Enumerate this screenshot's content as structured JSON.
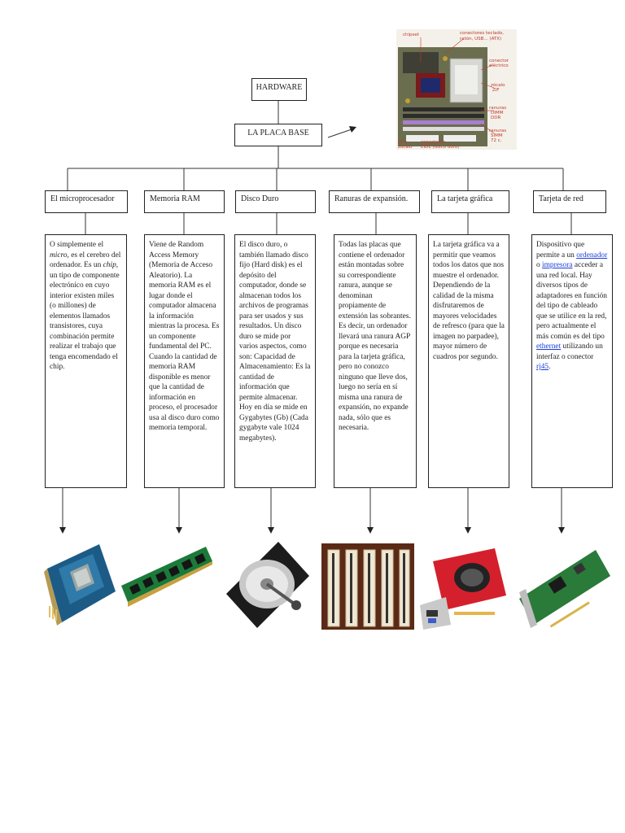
{
  "root": {
    "title": "HARDWARE"
  },
  "board": {
    "title": "LA PLACA BASE"
  },
  "motherboard_labels": [
    "chipset",
    "conectores teclado, ratón, USB... (ATX)",
    "conector eléctrico",
    "zócalo ZIF",
    "ranuras DIMM DDR",
    "ranuras SIMM 72 c.",
    "conectores EIDE (disco duro)",
    "otro zócalo"
  ],
  "components": [
    {
      "title": "El microprocesador",
      "desc": [
        "O simplemente el ",
        {
          "i": "micro"
        },
        ", es el cerebro del ordenador. Es un ",
        {
          "i": "chip"
        },
        ", un tipo de componente electrónico en cuyo interior existen miles (o millones) de elementos llamados transistores, cuya combinación permite realizar el trabajo que tenga encomendado el chip."
      ],
      "image": "cpu-chip"
    },
    {
      "title": "Memoria RAM",
      "desc": [
        "Viene de Random Access Memory (Memoria de Acceso Aleatorio). La memoria RAM es el lugar donde el computador almacena la información mientras la procesa. Es un componente fundamental del PC. Cuando la cantidad de memoria RAM disponible es menor que la cantidad de información en proceso, el procesador usa al disco duro como memoria temporal."
      ],
      "image": "ram-module"
    },
    {
      "title": "Disco Duro",
      "desc": [
        "El disco duro, o también llamado disco fijo (Hard disk) es el depósito del computador, donde se almacenan todos los archivos de programas para ser usados y sus resultados. Un disco duro se mide por varios aspectos, como son: Capacidad de Almacenamiento: Es la cantidad de información que permite almacenar. Hoy en día se mide en Gygabytes (Gb) (Cada gygabyte vale 1024 megabytes)."
      ],
      "image": "hard-disk"
    },
    {
      "title": "Ranuras de expansión.",
      "desc": [
        "Todas las placas que contiene el ordenador están montadas sobre su correspondiente ranura, aunque se denominan propiamente de extensión las sobrantes. Es decir, un ordenador llevará una ranura AGP porque es necesaria para la tarjeta gráfica, pero no conozco ninguno que lleve dos, luego no sería en sí misma una ranura de expansión, no expande nada, sólo que es necesaria."
      ],
      "image": "expansion-slots"
    },
    {
      "title": "La tarjeta gráfica",
      "desc": [
        "La tarjeta gráfica va a permitir que veamos todos los datos que nos muestre el ordenador. Dependiendo de la calidad de la misma disfrutaremos de mayores velocidades de refresco (para que la imagen no parpadee), mayor número de cuadros por segundo."
      ],
      "image": "graphics-card"
    },
    {
      "title": "Tarjeta de red",
      "desc": [
        "Dispositivo que permite a un ",
        {
          "a": "ordenador"
        },
        " o ",
        {
          "a": "impresora"
        },
        " acceder a una red local. Hay diversos tipos de adaptadores en función del tipo de cableado que se utilice en la red, pero actualmente el más común es del tipo ",
        {
          "a": "ethernet"
        },
        " utilizando un interfaz o conector ",
        {
          "a": "rj45"
        },
        "."
      ],
      "image": "network-card"
    }
  ]
}
